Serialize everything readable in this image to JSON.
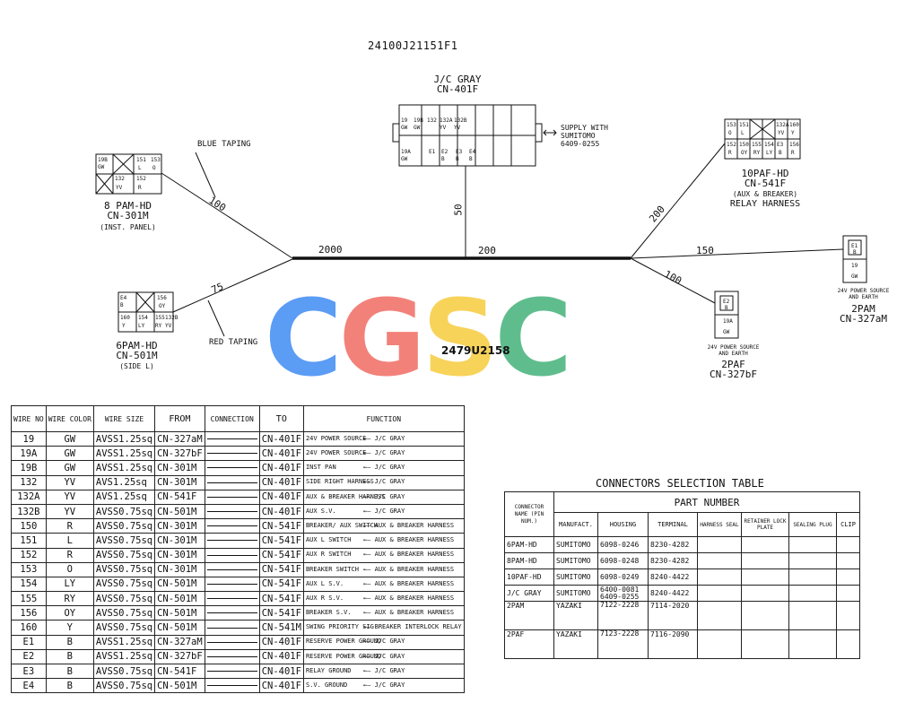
{
  "part_number": "24100J21151F1",
  "center_code": "2479U2158",
  "watermark": {
    "letters": [
      "C",
      "G",
      "S",
      "C"
    ],
    "colors": [
      "#5b9cf5",
      "#f2817a",
      "#f7d35a",
      "#5fbd8d"
    ]
  },
  "taping": {
    "blue": "BLUE TAPING",
    "red": "RED TAPING"
  },
  "lengths": {
    "l100a": "100",
    "l75": "75",
    "l2000": "2000",
    "l50": "50",
    "l200a": "200",
    "l200b": "200",
    "l150": "150",
    "l100b": "100"
  },
  "connectors": {
    "jc": {
      "line1": "J/C GRAY",
      "line2": "CN-401F",
      "supply": [
        "SUPPLY WITH",
        "SUMITOMO",
        "6409-0255"
      ],
      "top_pins": [
        "19",
        "19B",
        "132",
        "132A",
        "132B"
      ],
      "top_colors": [
        "GW",
        "GW",
        "",
        "YV",
        "YV"
      ],
      "bot_pins": [
        "19A",
        "E1",
        "E2",
        "E3",
        "E4"
      ],
      "bot_colors": [
        "GW",
        "",
        "B",
        "B",
        "B"
      ]
    },
    "pam8": {
      "line1": "8 PAM-HD",
      "line2": "CN-301M",
      "line3": "(INST. PANEL)",
      "pins": [
        "19B",
        "151",
        "153",
        "132",
        "152"
      ],
      "colors": [
        "GW",
        "L",
        "O",
        "YV",
        "R"
      ]
    },
    "pam6": {
      "line1": "6PAM-HD",
      "line2": "CN-501M",
      "line3": "(SIDE L)",
      "pins": [
        "E4",
        "156",
        "160",
        "154",
        "155",
        "132B"
      ],
      "colors": [
        "B",
        "OY",
        "Y",
        "LY",
        "RY",
        "YV"
      ]
    },
    "paf10": {
      "line1": "10PAF-HD",
      "line2": "CN-541F",
      "line3": "(AUX & BREAKER)",
      "line4": "RELAY HARNESS",
      "pins": [
        "153",
        "151",
        "132A",
        "160",
        "152",
        "150",
        "155",
        "154",
        "E3",
        "156"
      ],
      "colors": [
        "O",
        "L",
        "YV",
        "Y",
        "R",
        "OY",
        "RY",
        "LY",
        "B",
        "R"
      ]
    },
    "pam2": {
      "note1": "24V POWER SOURCE",
      "note2": "AND EARTH",
      "line1": "2PAM",
      "line2": "CN-327aM",
      "pins": [
        "E1",
        "19"
      ],
      "colors": [
        "B",
        "GW"
      ]
    },
    "paf2": {
      "note1": "24V POWER SOURCE",
      "note2": "AND EARTH",
      "line1": "2PAF",
      "line2": "CN-327bF",
      "pins": [
        "E2",
        "19A"
      ],
      "colors": [
        "B",
        "GW"
      ]
    }
  },
  "wire_table": {
    "headers": {
      "no": "WIRE NO",
      "color": "WIRE COLOR",
      "size": "WIRE SIZE",
      "from": "FROM",
      "conn": "CONNECTION",
      "to": "TO",
      "func": "FUNCTION"
    },
    "rows": [
      {
        "no": "19",
        "color": "GW",
        "size": "AVSS1.25sq",
        "from": "CN-327aM",
        "to": "CN-401F",
        "func": "24V POWER SOURCE",
        "ft": "J/C GRAY"
      },
      {
        "no": "19A",
        "color": "GW",
        "size": "AVSS1.25sq",
        "from": "CN-327bF",
        "to": "CN-401F",
        "func": "24V POWER SOURCE",
        "ft": "J/C GRAY"
      },
      {
        "no": "19B",
        "color": "GW",
        "size": "AVSS1.25sq",
        "from": "CN-301M",
        "to": "CN-401F",
        "func": "INST PAN",
        "ft": "J/C GRAY"
      },
      {
        "no": "132",
        "color": "YV",
        "size": "AVS1.25sq",
        "from": "CN-301M",
        "to": "CN-401F",
        "func": "SIDE RIGHT HARNESS",
        "ft": "J/C GRAY"
      },
      {
        "no": "132A",
        "color": "YV",
        "size": "AVS1.25sq",
        "from": "CN-541F",
        "to": "CN-401F",
        "func": "AUX & BREAKER HARNESS",
        "ft": "J/C GRAY"
      },
      {
        "no": "132B",
        "color": "YV",
        "size": "AVSS0.75sq",
        "from": "CN-501M",
        "to": "CN-401F",
        "func": "AUX S.V.",
        "ft": "J/C GRAY"
      },
      {
        "no": "150",
        "color": "R",
        "size": "AVSS0.75sq",
        "from": "CN-301M",
        "to": "CN-541F",
        "func": "BREAKER/ AUX SWITCH",
        "ft": "AUX & BREAKER HARNESS"
      },
      {
        "no": "151",
        "color": "L",
        "size": "AVSS0.75sq",
        "from": "CN-301M",
        "to": "CN-541F",
        "func": "AUX L SWITCH",
        "ft": "AUX & BREAKER HARNESS"
      },
      {
        "no": "152",
        "color": "R",
        "size": "AVSS0.75sq",
        "from": "CN-301M",
        "to": "CN-541F",
        "func": "AUX R SWITCH",
        "ft": "AUX & BREAKER HARNESS"
      },
      {
        "no": "153",
        "color": "O",
        "size": "AVSS0.75sq",
        "from": "CN-301M",
        "to": "CN-541F",
        "func": "BREAKER SWITCH",
        "ft": "AUX & BREAKER HARNESS"
      },
      {
        "no": "154",
        "color": "LY",
        "size": "AVSS0.75sq",
        "from": "CN-501M",
        "to": "CN-541F",
        "func": "AUX L S.V.",
        "ft": "AUX & BREAKER HARNESS"
      },
      {
        "no": "155",
        "color": "RY",
        "size": "AVSS0.75sq",
        "from": "CN-501M",
        "to": "CN-541F",
        "func": "AUX R S.V.",
        "ft": "AUX & BREAKER HARNESS"
      },
      {
        "no": "156",
        "color": "OY",
        "size": "AVSS0.75sq",
        "from": "CN-501M",
        "to": "CN-541F",
        "func": "BREAKER S.V.",
        "ft": "AUX & BREAKER HARNESS"
      },
      {
        "no": "160",
        "color": "Y",
        "size": "AVSS0.75sq",
        "from": "CN-501M",
        "to": "CN-541M",
        "func": "SWING PRIORITY SIG",
        "ft": "BREAKER INTERLOCK RELAY"
      },
      {
        "no": "E1",
        "color": "B",
        "size": "AVSS1.25sq",
        "from": "CN-327aM",
        "to": "CN-401F",
        "func": "RESERVE POWER GROUND",
        "ft": "J/C GRAY"
      },
      {
        "no": "E2",
        "color": "B",
        "size": "AVSS1.25sq",
        "from": "CN-327bF",
        "to": "CN-401F",
        "func": "RESERVE POWER GROUND",
        "ft": "J/C GRAY"
      },
      {
        "no": "E3",
        "color": "B",
        "size": "AVSS0.75sq",
        "from": "CN-541F",
        "to": "CN-401F",
        "func": "RELAY GROUND",
        "ft": "J/C GRAY"
      },
      {
        "no": "E4",
        "color": "B",
        "size": "AVSS0.75sq",
        "from": "CN-501M",
        "to": "CN-401F",
        "func": "S.V. GROUND",
        "ft": "J/C GRAY"
      }
    ]
  },
  "conn_table": {
    "title": "CONNECTORS SELECTION TABLE",
    "part_number_header": "PART NUMBER",
    "headers": {
      "name": "CONNECTOR NAME (PIN NUM.)",
      "manuf": "MANUFACT.",
      "housing": "HOUSING",
      "terminal": "TERMINAL",
      "seal": "HARNESS SEAL",
      "retainer": "RETAINER LOCK PLATE",
      "plug": "SEALING PLUG",
      "clip": "CLIP"
    },
    "rows": [
      {
        "name": "6PAM-HD",
        "manuf": "SUMITOMO",
        "housing": "6098-0246",
        "terminal": "8230-4282"
      },
      {
        "name": "8PAM-HD",
        "manuf": "SUMITOMO",
        "housing": "6098-0248",
        "terminal": "8230-4282"
      },
      {
        "name": "10PAF-HD",
        "manuf": "SUMITOMO",
        "housing": "6098-0249",
        "terminal": "8240-4422"
      },
      {
        "name": "J/C GRAY",
        "manuf": "SUMITOMO",
        "housing": "6400-0081 6409-0255",
        "terminal": "8240-4422"
      },
      {
        "name": "2PAM",
        "manuf": "YAZAKI",
        "housing": "7122-2228",
        "terminal": "7114-2020"
      },
      {
        "name": "2PAF",
        "manuf": "YAZAKI",
        "housing": "7123-2228",
        "terminal": "7116-2090"
      }
    ]
  }
}
